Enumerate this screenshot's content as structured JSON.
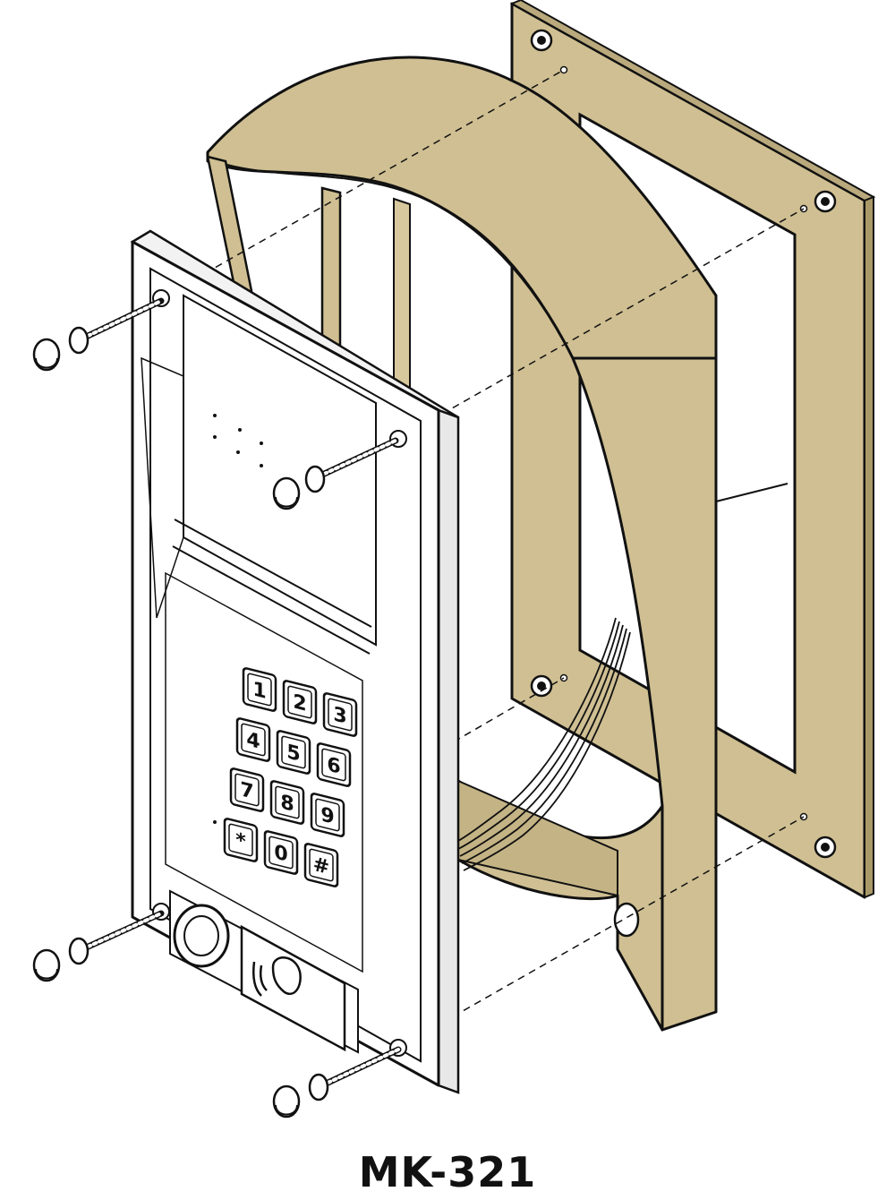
{
  "model_label": "MK-321",
  "colors": {
    "visor": "#cfbf92",
    "frame": "#cfbf92",
    "panel": "#ffffff",
    "outline": "#111111"
  },
  "keypad": {
    "keys": [
      "1",
      "2",
      "3",
      "4",
      "5",
      "6",
      "7",
      "8",
      "9",
      "*",
      "0",
      "#"
    ]
  },
  "icons": {
    "camera": "camera-lens-icon",
    "reader": "rfid-key-fob-icon",
    "screw": "screw-icon",
    "cap": "screw-cap-icon"
  }
}
